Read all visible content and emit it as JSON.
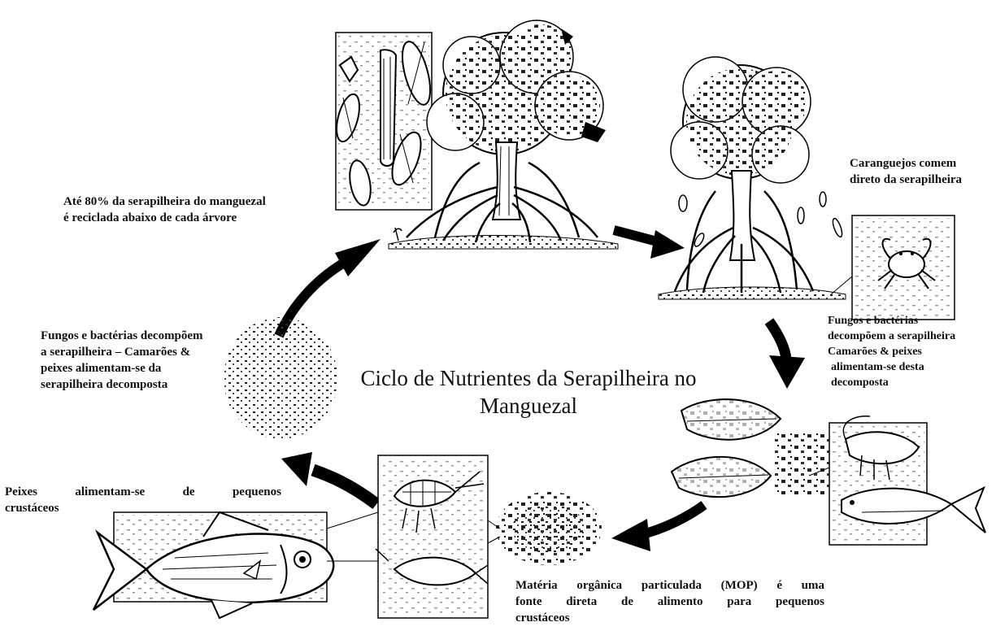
{
  "title": {
    "line1": "Ciclo de Nutrientes da Serapilheira no",
    "line2": "Manguezal"
  },
  "labels": {
    "recycle": {
      "line1": "Até 80% da serapilheira do manguezal",
      "line2": "é reciclada abaixo de cada árvore"
    },
    "crabs": {
      "line1": "Caranguejos comem",
      "line2": "direto da serapilheira"
    },
    "decompose_right": {
      "line1": "Fungos e bactérias",
      "line2": "decompõem a serapilheira",
      "line3": "Camarões & peixes",
      "line4": "alimentam-se desta",
      "line5": "decomposta"
    },
    "decompose_left": {
      "line1": "Fungos e bactérias decompõem",
      "line2": "a serapilheira – Camarões &",
      "line3": "peixes alimentam-se da",
      "line4": "serapilheira decomposta"
    },
    "fish": {
      "line1": "Peixes alimentam-se de pequenos",
      "line2": "crustáceos"
    },
    "mop": {
      "line1": "Matéria orgânica particulada (MOP) é uma",
      "line2": "fonte direta de alimento para pequenos",
      "line3": "crustáceos"
    }
  },
  "colors": {
    "ink": "#111111",
    "paper": "#ffffff"
  }
}
